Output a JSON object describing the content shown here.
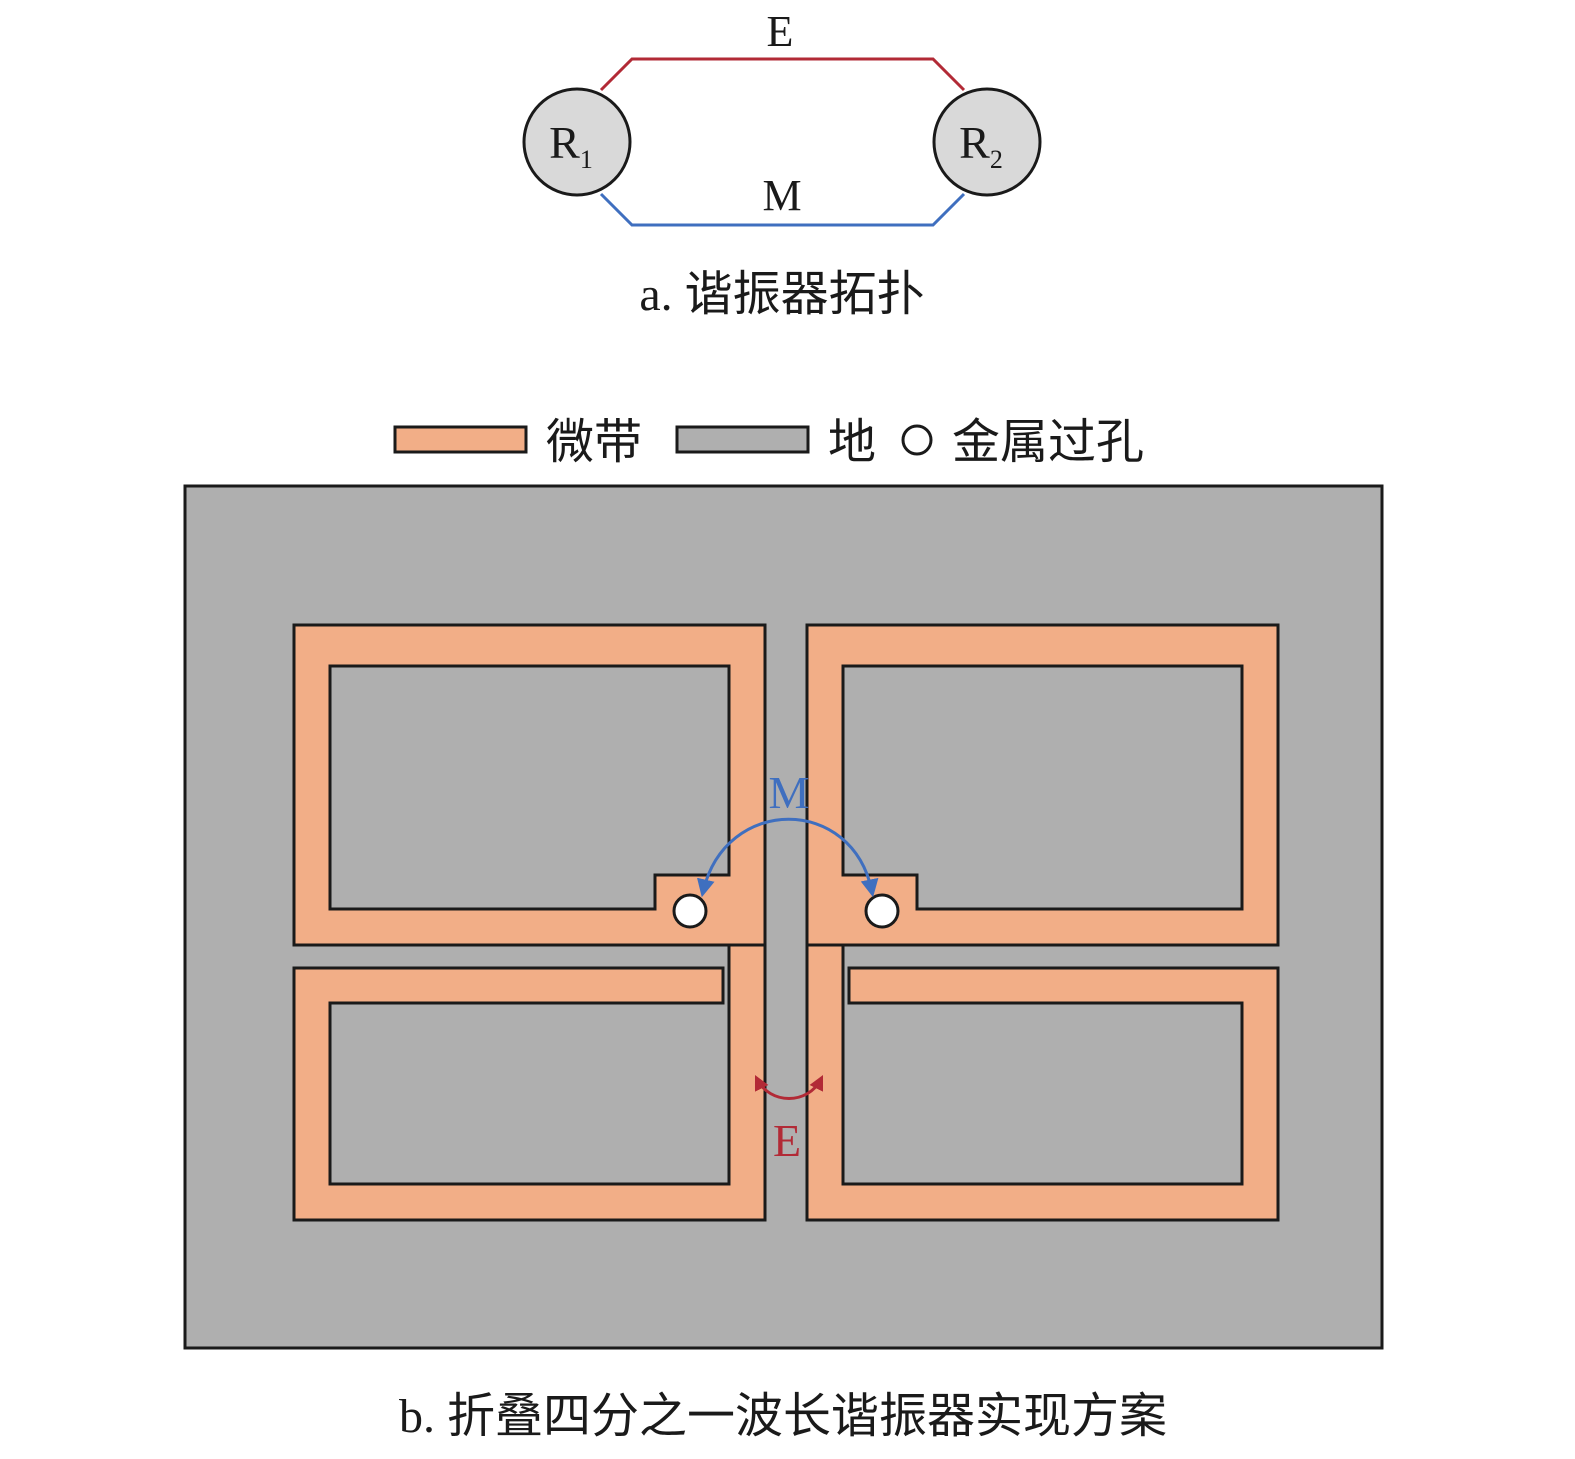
{
  "topology": {
    "electric_label": "E",
    "magnetic_label": "M",
    "resonator1": {
      "letter": "R",
      "sub": "1"
    },
    "resonator2": {
      "letter": "R",
      "sub": "2"
    },
    "caption": "a. 谐振器拓扑"
  },
  "legend": {
    "microstrip": "微带",
    "ground": "地",
    "via": "金属过孔"
  },
  "layout": {
    "magnetic_label": "M",
    "electric_label": "E",
    "caption": "b. 折叠四分之一波长谐振器实现方案"
  },
  "colors": {
    "microstrip": "#F2AE87",
    "ground": "#AFAFAF",
    "electric": "#B22A36",
    "magnetic": "#3F6FBF",
    "resonator": "#D9D9D9",
    "outline": "#1A1A1A"
  }
}
